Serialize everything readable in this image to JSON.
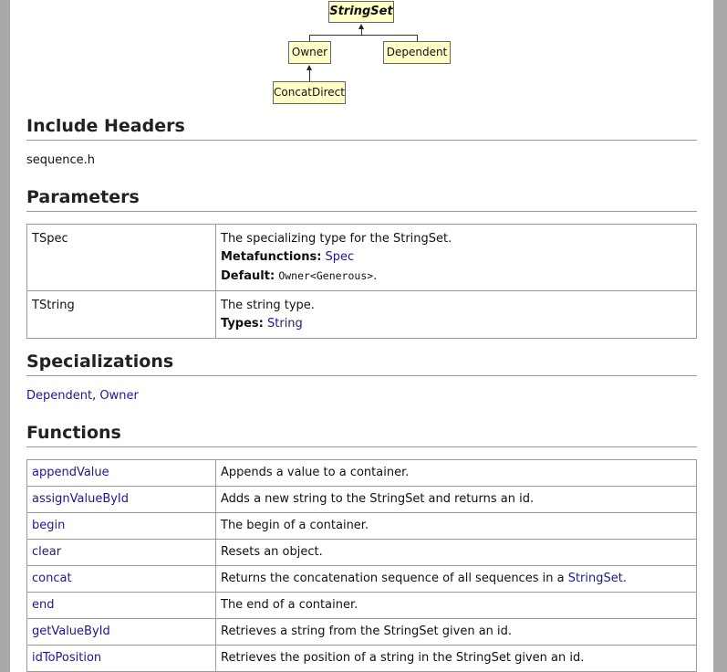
{
  "diagram": {
    "main": "StringSet",
    "owner": "Owner",
    "dependent": "Dependent",
    "concat": "ConcatDirect"
  },
  "include": {
    "heading": "Include Headers",
    "file": "sequence.h"
  },
  "parameters": {
    "heading": "Parameters",
    "rows": [
      {
        "name": "TSpec",
        "desc": "The specializing type for the StringSet.",
        "meta_label": "Metafunctions:",
        "meta_value": "Spec",
        "default_label": "Default:",
        "default_value": "Owner<Generous>",
        "default_suffix": "."
      },
      {
        "name": "TString",
        "desc": "The string type.",
        "types_label": "Types:",
        "types_value": "String"
      }
    ]
  },
  "specializations": {
    "heading": "Specializations",
    "items": [
      "Dependent",
      "Owner"
    ],
    "separator": ", "
  },
  "functions": {
    "heading": "Functions",
    "rows": [
      {
        "name": "appendValue",
        "desc": "Appends a value to a container."
      },
      {
        "name": "assignValueById",
        "desc": "Adds a new string to the StringSet and returns an id."
      },
      {
        "name": "begin",
        "desc": "The begin of a container."
      },
      {
        "name": "clear",
        "desc": "Resets an object."
      },
      {
        "name": "concat",
        "desc": "Returns the concatenation sequence of all sequences in a ",
        "desc_link": "StringSet",
        "desc_suffix": "."
      },
      {
        "name": "end",
        "desc": "The end of a container."
      },
      {
        "name": "getValueById",
        "desc": "Retrieves a string from the StringSet given an id."
      },
      {
        "name": "idToPosition",
        "desc": "Retrieves the position of a string in the StringSet given an id."
      }
    ]
  }
}
